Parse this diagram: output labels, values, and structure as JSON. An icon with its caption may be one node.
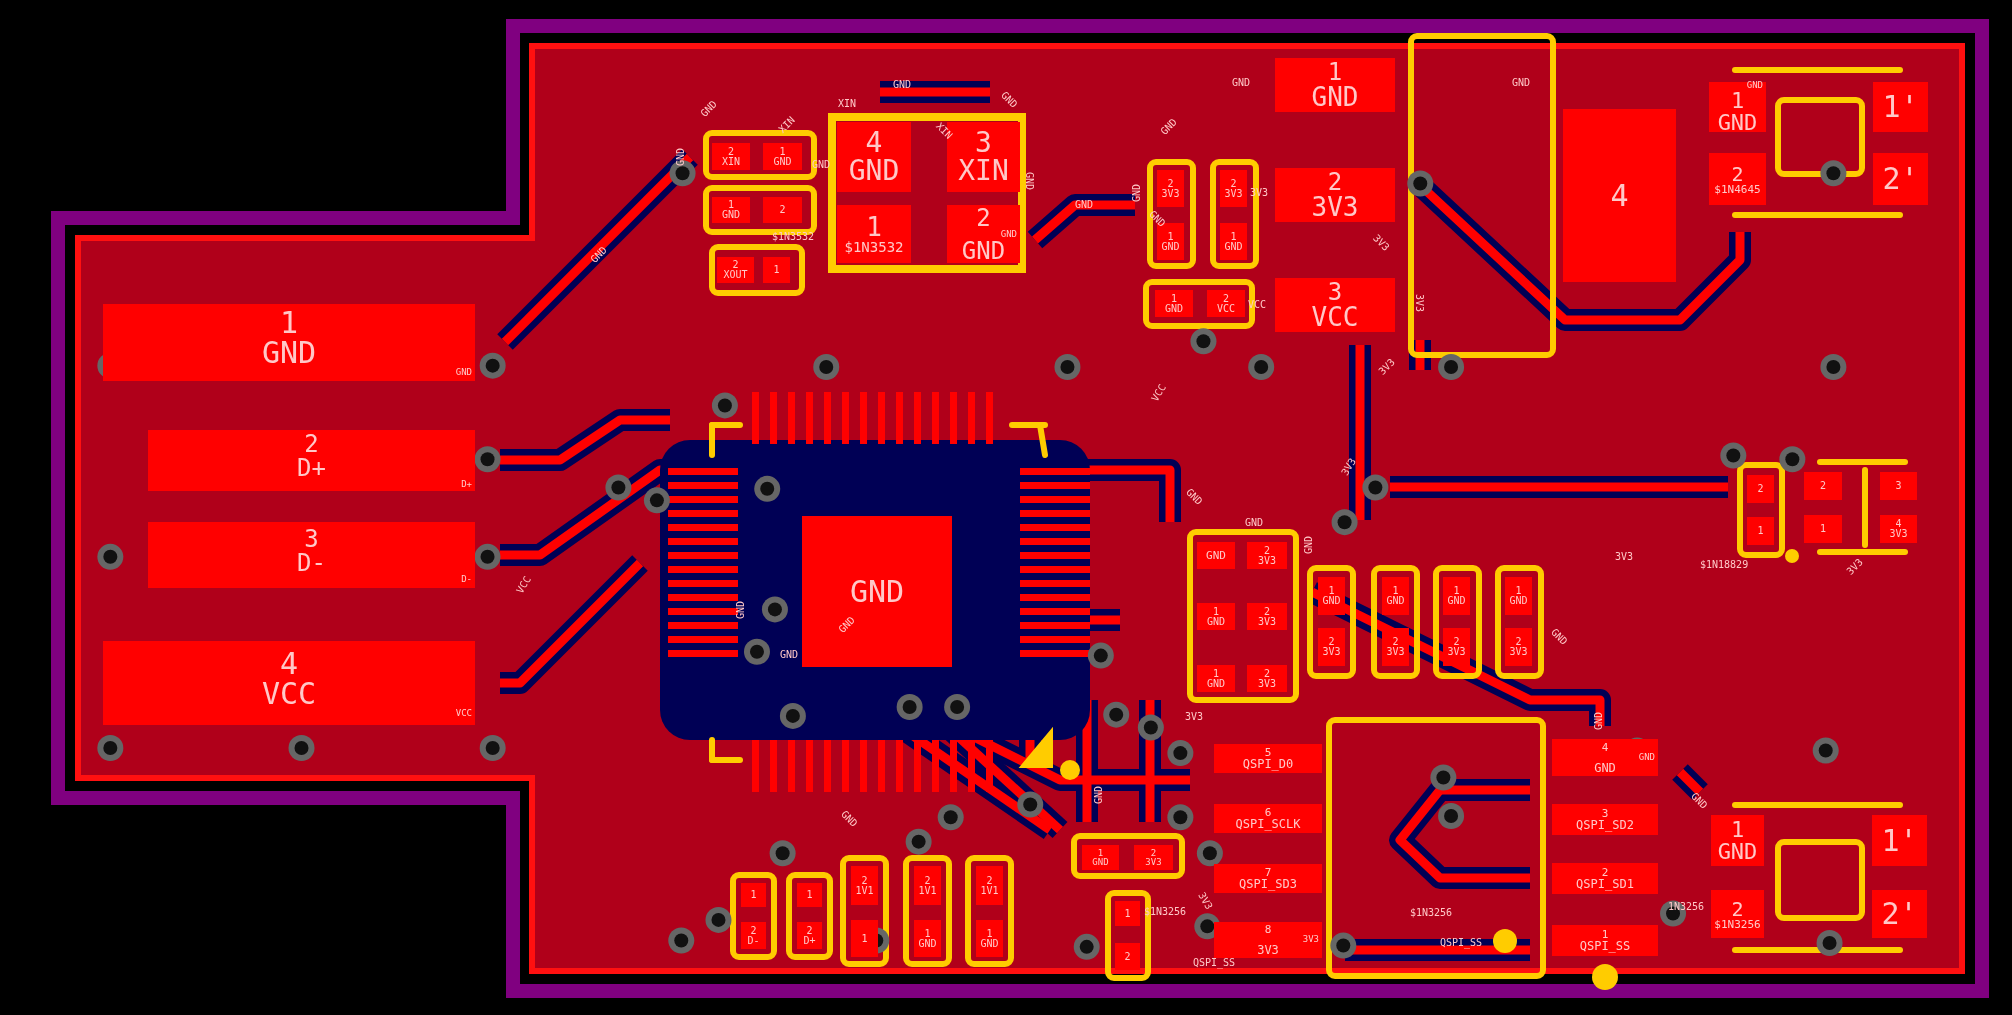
{
  "diagram": {
    "nodes": [
      {
        "text": [
          "1",
          "GND",
          "GND"
        ]
      },
      {
        "text": [
          "2",
          "D+",
          "D+"
        ]
      },
      {
        "text": [
          "3",
          "D-",
          "D-"
        ]
      },
      {
        "text": [
          "4",
          "VCC",
          "VCC"
        ]
      },
      {
        "text": [],
        "shape": "box"
      },
      {
        "text": [
          "4",
          "GND"
        ],
        "in": 4
      },
      {
        "text": [
          "3",
          "XIN"
        ],
        "in": 4
      },
      {
        "text": [
          "1",
          "$1N3532"
        ],
        "in": 4
      },
      {
        "text": [
          "2",
          "GND",
          "GND"
        ],
        "in": 4
      },
      {
        "text": [
          "2",
          "XIN"
        ]
      },
      {
        "text": [
          "1",
          "GND"
        ]
      },
      {
        "text": [
          "1",
          "GND"
        ]
      },
      {
        "text": [
          "2"
        ]
      },
      {
        "text": [
          "2",
          "XOUT"
        ]
      },
      {
        "text": [
          "1"
        ]
      },
      {
        "text": [
          "1",
          "GND"
        ]
      },
      {
        "text": [
          "2",
          "3V3"
        ]
      },
      {
        "text": [
          "3",
          "VCC"
        ]
      },
      {
        "text": [
          "4"
        ]
      },
      {
        "text": [
          "2",
          "3V3"
        ]
      },
      {
        "text": [
          "2",
          "3V3"
        ]
      },
      {
        "text": [
          "1",
          "GND"
        ]
      },
      {
        "text": [
          "1",
          "GND"
        ]
      },
      {
        "text": [
          "1",
          "GND"
        ]
      },
      {
        "text": [
          "2",
          "VCC"
        ]
      },
      {
        "text": [
          "GND",
          "1",
          "GND"
        ]
      },
      {
        "text": [
          "2",
          "$1N4645"
        ]
      },
      {
        "text": [
          "1'"
        ]
      },
      {
        "text": [
          "2'"
        ]
      },
      {
        "text": [
          "2"
        ]
      },
      {
        "text": [
          "1"
        ]
      },
      {
        "text": [
          "2"
        ]
      },
      {
        "text": [
          "1"
        ]
      },
      {
        "text": [
          "3"
        ]
      },
      {
        "text": [
          "4",
          "3V3"
        ]
      },
      {
        "text": [
          "GND"
        ]
      },
      {
        "text": [
          "2",
          "3V3"
        ]
      },
      {
        "text": [
          "1",
          "GND"
        ]
      },
      {
        "text": [
          "2",
          "3V3"
        ]
      },
      {
        "text": [
          "1",
          "GND"
        ]
      },
      {
        "text": [
          "2",
          "3V3"
        ]
      },
      {
        "text": [
          "1",
          "GND"
        ]
      },
      {
        "text": [
          "2",
          "3V3"
        ]
      },
      {
        "text": [
          "1",
          "GND"
        ]
      },
      {
        "text": [
          "2",
          "3V3"
        ]
      },
      {
        "text": [
          "1",
          "GND"
        ]
      },
      {
        "text": [
          "2",
          "3V3"
        ]
      },
      {
        "text": [
          "1",
          "GND"
        ]
      },
      {
        "text": [
          "2",
          "3V3"
        ]
      },
      {
        "text": [
          "5",
          "QSPI_D0"
        ]
      },
      {
        "text": [
          "6",
          "QSPI_SCLK"
        ]
      },
      {
        "text": [
          "7",
          "QSPI_SD3"
        ]
      },
      {
        "text": [
          "8",
          "3V3",
          "3V3"
        ]
      },
      {
        "text": [
          "4",
          "GND",
          "GND"
        ]
      },
      {
        "text": [
          "3",
          "QSPI_SD2"
        ]
      },
      {
        "text": [
          "2",
          "QSPI_SD1"
        ]
      },
      {
        "text": [
          "1",
          "QSPI_SS"
        ]
      },
      {
        "text": [
          "1",
          "GND"
        ]
      },
      {
        "text": [
          "2",
          "$1N3256"
        ]
      },
      {
        "text": [
          "1'"
        ]
      },
      {
        "text": [
          "2'"
        ]
      },
      {
        "text": [
          "1",
          "GND"
        ]
      },
      {
        "text": [
          "2",
          "3V3"
        ]
      },
      {
        "text": [
          "1"
        ]
      },
      {
        "text": [
          "2"
        ]
      },
      {
        "text": [
          "1"
        ]
      },
      {
        "text": [
          "2",
          "D-"
        ]
      },
      {
        "text": [
          "1"
        ]
      },
      {
        "text": [
          "2",
          "D+"
        ]
      },
      {
        "text": [
          "2",
          "1V1"
        ]
      },
      {
        "text": [
          "1"
        ]
      },
      {
        "text": [
          "2",
          "1V1"
        ]
      },
      {
        "text": [
          "1",
          "GND"
        ]
      },
      {
        "text": [
          "2",
          "1V1"
        ]
      },
      {
        "text": [
          "1",
          "GND"
        ]
      },
      {
        "text": [
          "GND"
        ]
      }
    ],
    "labels": [
      "GND",
      "XIN",
      "GND",
      "GND",
      "GND",
      "XIN",
      "GND",
      "XIN",
      "GND",
      "$1N3532",
      "GND",
      "GND",
      "GND",
      "GND",
      "GND",
      "3V3",
      "VCC",
      "3V3",
      "3V3",
      "3V3",
      "GND",
      "GND",
      "VCC",
      "GND",
      "3V3",
      "3V3",
      "GND",
      "GND",
      "GND",
      "GND",
      "3V3",
      "GND",
      "GND",
      "GND",
      "VCC",
      "GND",
      "GND",
      "3V3",
      "$1N3256",
      "QSPI_SS",
      "$1N3256",
      "QSPI_SS",
      "1N3256",
      "GND",
      "$1N18829",
      "3V3"
    ]
  }
}
